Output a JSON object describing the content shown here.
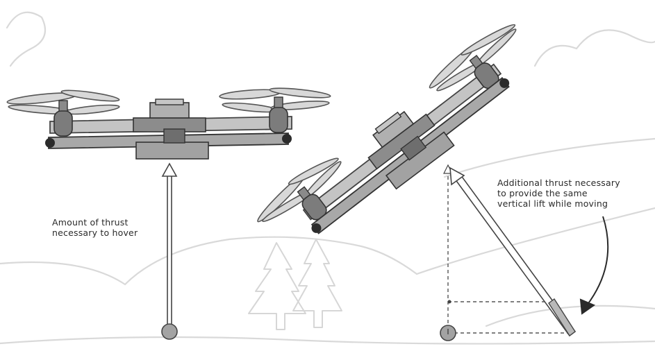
{
  "labels": {
    "hover_thrust": {
      "line1": "Amount of thrust",
      "line2": "necessary to hover"
    },
    "additional_thrust": {
      "line1": "Additional thrust necessary",
      "line2": "to provide the same",
      "line3": "vertical lift while moving"
    }
  },
  "colors": {
    "background": "#ffffff",
    "hills": "#d4d4d4",
    "drone_body": "#a9a9a9",
    "drone_arm": "#9c9c9c",
    "motor": "#7a7a7a",
    "propeller": "#c8c8c8",
    "arrow_outline": "#555555",
    "origin_dot": "#999999"
  }
}
